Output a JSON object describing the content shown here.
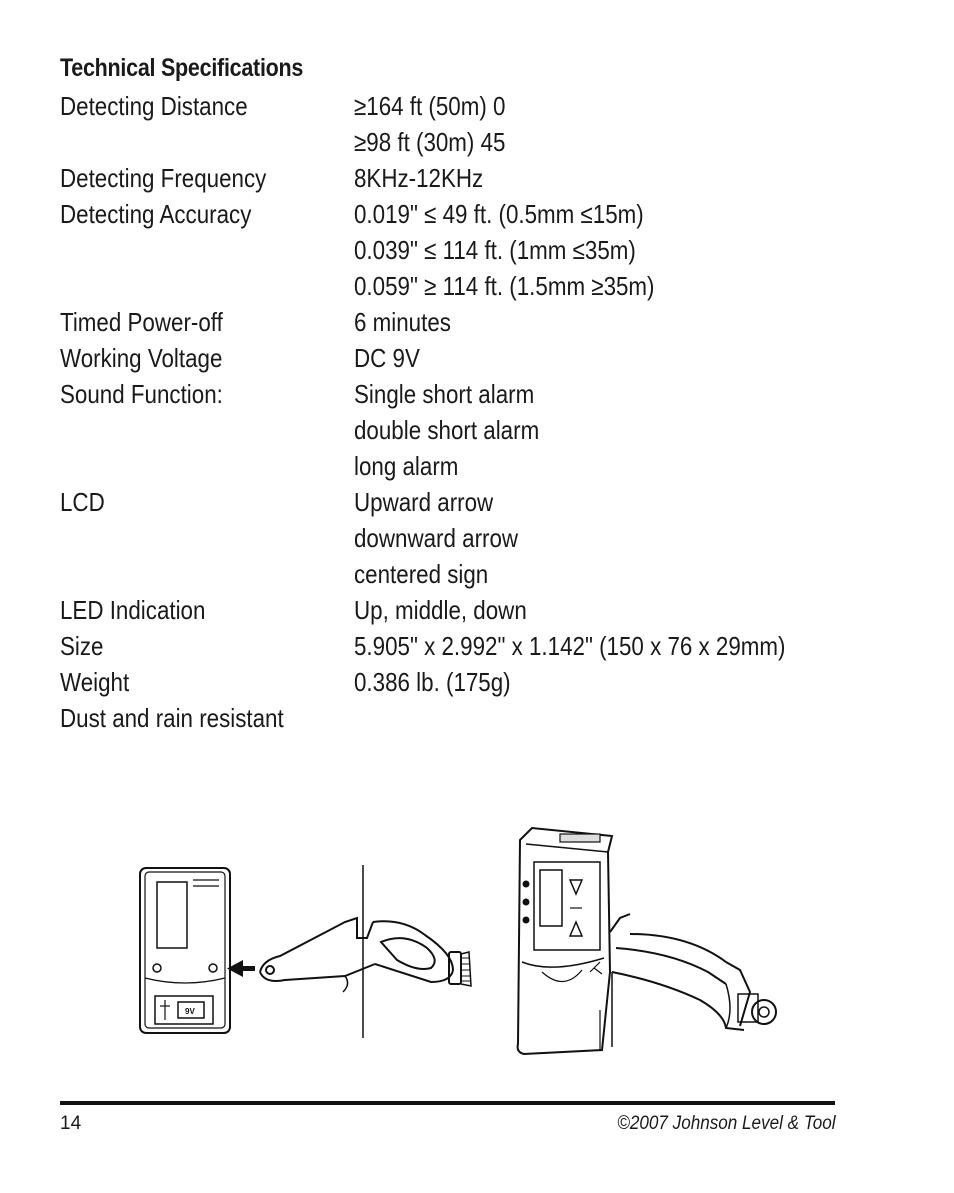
{
  "heading": "Technical Specifications",
  "specs": [
    {
      "label": "Detecting Distance",
      "value": "≥164 ft (50m) 0"
    },
    {
      "label": "",
      "value": "≥98 ft (30m) 45"
    },
    {
      "label": "Detecting Frequency",
      "value": "8KHz-12KHz"
    },
    {
      "label": "Detecting Accuracy",
      "value": "0.019\" ≤ 49 ft. (0.5mm ≤15m)"
    },
    {
      "label": "",
      "value": "0.039\" ≤ 114 ft. (1mm ≤35m)"
    },
    {
      "label": "",
      "value": "0.059\" ≥ 114 ft. (1.5mm ≥35m)"
    },
    {
      "label": "Timed Power-off",
      "value": "6 minutes"
    },
    {
      "label": "Working Voltage",
      "value": "DC 9V"
    },
    {
      "label": "Sound Function:",
      "value": "Single short alarm"
    },
    {
      "label": "",
      "value": "double short alarm"
    },
    {
      "label": "",
      "value": "long alarm"
    },
    {
      "label": "LCD",
      "value": "Upward arrow"
    },
    {
      "label": "",
      "value": "downward arrow"
    },
    {
      "label": "",
      "value": "centered sign"
    },
    {
      "label": "LED Indication",
      "value": "Up, middle, down"
    },
    {
      "label": "Size",
      "value": "5.905\" x 2.992\" x 1.142\" (150 x 76 x 29mm)"
    },
    {
      "label": "Weight",
      "value": "0.386 lb. (175g)"
    },
    {
      "label": "Dust and rain resistant",
      "value": ""
    }
  ],
  "figure": {
    "battery_label": "9V"
  },
  "footer": {
    "page_number": "14",
    "copyright": "©2007 Johnson Level & Tool"
  }
}
